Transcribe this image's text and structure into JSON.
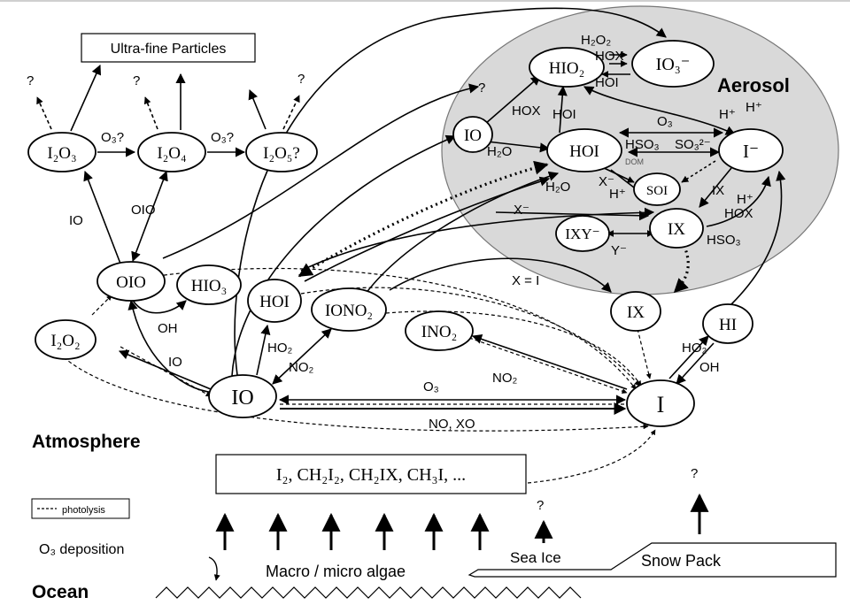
{
  "boxes": {
    "ultrafine": "Ultra-fine Particles",
    "sources": "I₂, CH₂I₂, CH₂IX, CH₃I, ..."
  },
  "regions": {
    "aerosol": "Aerosol",
    "atmosphere": "Atmosphere",
    "ocean": "Ocean"
  },
  "legend": {
    "photolysis": "photolysis"
  },
  "surface": {
    "o3_deposition": "O₃ deposition",
    "algae": "Macro / micro algae",
    "sea_ice": "Sea Ice",
    "snow_pack": "Snow Pack"
  },
  "nodes": {
    "i2o3": "I₂O₃",
    "i2o4": "I₂O₄",
    "i2o5": "I₂O₅?",
    "oio": "OIO",
    "hio3": "HIO₃",
    "i2o2": "I₂O₂",
    "io": "IO",
    "hoi_gas": "HOI",
    "iono2": "IONO₂",
    "ino2": "INO₂",
    "ix_gas": "IX",
    "hi": "HI",
    "i": "I",
    "io_aer": "IO",
    "hio2": "HIO₂",
    "io3m": "IO₃⁻",
    "hoi_aer": "HOI",
    "im": "I⁻",
    "soi": "SOI",
    "ixy": "IXY⁻",
    "ix_aer": "IX"
  },
  "labels": {
    "q1": "?",
    "q2": "?",
    "q3": "?",
    "q_aer": "?",
    "q_ice": "?",
    "q_snow": "?",
    "o3q1": "O₃?",
    "o3q2": "O₃?",
    "io_side": "IO",
    "oio_side": "OIO",
    "oh_hio3": "OH",
    "io_i2o2": "IO",
    "ho2_hoi": "HO₂",
    "no2_iono2": "NO₂",
    "o3_main": "O₃",
    "no_xo": "NO, XO",
    "no2_ino2": "NO₂",
    "x_eq_i": "X = I",
    "ho2_hi": "HO₂",
    "oh_hi": "OH",
    "a_h2o2": "H₂O₂",
    "a_hox_top": "HOX",
    "a_hoi_top": "HOI",
    "a_hox_left": "HOX",
    "a_hoi_mid": "HOI",
    "a_h2o_io": "H₂O",
    "a_o3": "O₃",
    "a_hp1": "H⁺",
    "a_hp2": "H⁺",
    "a_hso3": "HSO₃",
    "a_so3": "SO₃²⁻",
    "a_dom": "DOM",
    "a_h2o_low": "H₂O",
    "a_xm": "X⁻",
    "a_hp_low": "H⁺",
    "a_xm_left": "X⁻",
    "a_ix": "IX",
    "a_hp_r": "H⁺",
    "a_hox_r": "HOX",
    "a_hso3_r": "HSO₃",
    "a_ym": "Y⁻"
  }
}
